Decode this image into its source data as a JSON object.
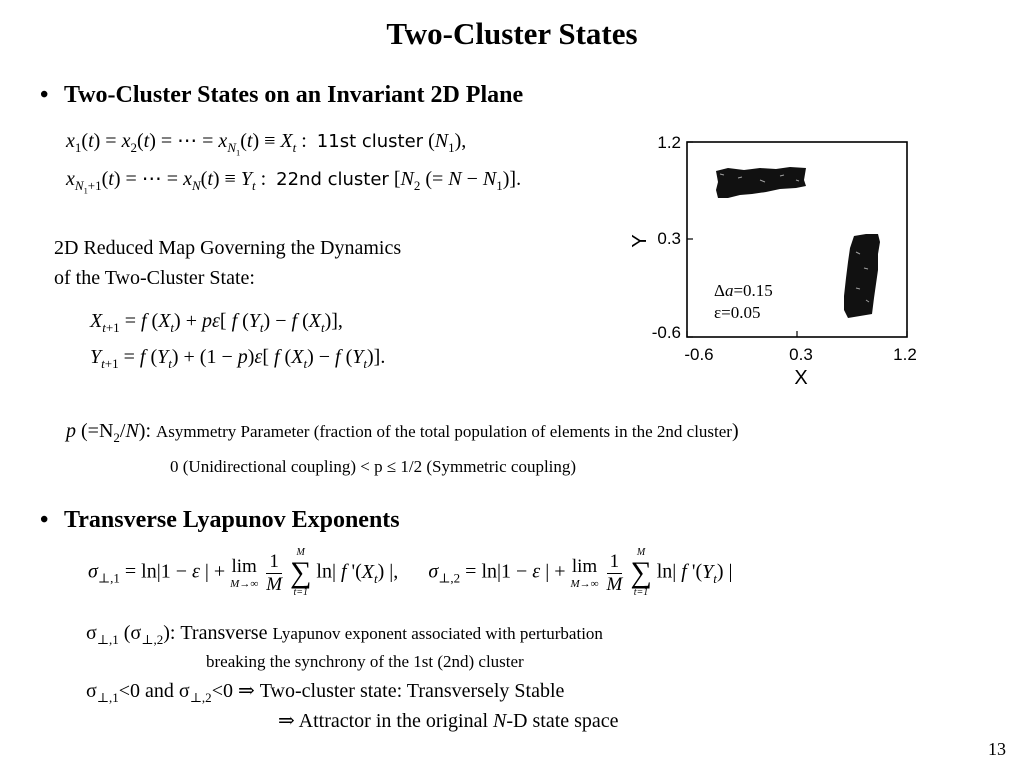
{
  "title": "Two-Cluster States",
  "section1": {
    "bullet": "•",
    "heading": "Two-Cluster States on an Invariant 2D Plane"
  },
  "def": {
    "eq1_label": "1st cluster",
    "eq2_label": "2nd cluster"
  },
  "reduced_map": {
    "line1": "2D Reduced Map Governing the Dynamics",
    "line2": "of the Two-Cluster State:"
  },
  "asym": {
    "lead": "(=N",
    "desc": "Asymmetry Parameter (fraction of the total population of elements in the 2nd cluster",
    "range": "0 (Unidirectional coupling) < p ≤ 1/2 (Symmetric coupling)"
  },
  "section2": {
    "bullet": "•",
    "heading": "Transverse Lyapunov Exponents"
  },
  "tle": {
    "desc_word": "Transverse",
    "desc_rest": "Lyapunov exponent associated with perturbation",
    "desc_line2": "breaking the synchrony of the 1st (2nd) cluster",
    "stable_prefix": "<0 and",
    "stable_suffix": "<0 ⇒ Two-cluster state: Transversely Stable",
    "attractor_prefix": "⇒ Attractor in the original",
    "attractor_suffix": "-D state space"
  },
  "plot": {
    "x_label": "X",
    "y_label": "Y",
    "x_ticks": [
      "-0.6",
      "0.3",
      "1.2"
    ],
    "y_ticks": [
      "1.2",
      "0.3",
      "-0.6"
    ],
    "annotation1_value": "=0.15",
    "annotation2": "ε=0.05"
  },
  "page_number": "13"
}
